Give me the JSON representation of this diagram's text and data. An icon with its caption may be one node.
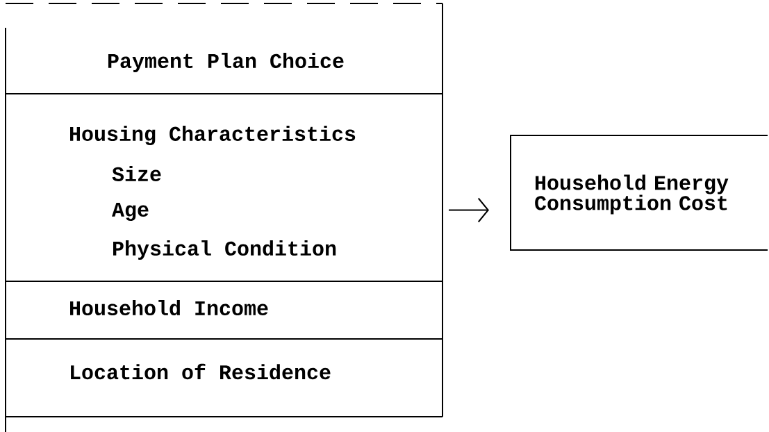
{
  "diagram": {
    "nodes": [
      {
        "text": [],
        "shape": "box"
      },
      {
        "text": [
          "Payment Plan Choice"
        ],
        "in": 0
      },
      {
        "text": [
          "Housing Characteristics",
          "Size",
          "Age",
          "Physical Condition"
        ],
        "in": 0
      },
      {
        "text": [
          "Household Income"
        ],
        "in": 0
      },
      {
        "text": [
          "Location of Residence"
        ],
        "in": 0
      },
      {
        "text": [
          "Household Energy Consumption Cost"
        ]
      }
    ],
    "edges": [
      {
        "from": 0,
        "to": 5,
        "arrow": "to"
      }
    ]
  }
}
